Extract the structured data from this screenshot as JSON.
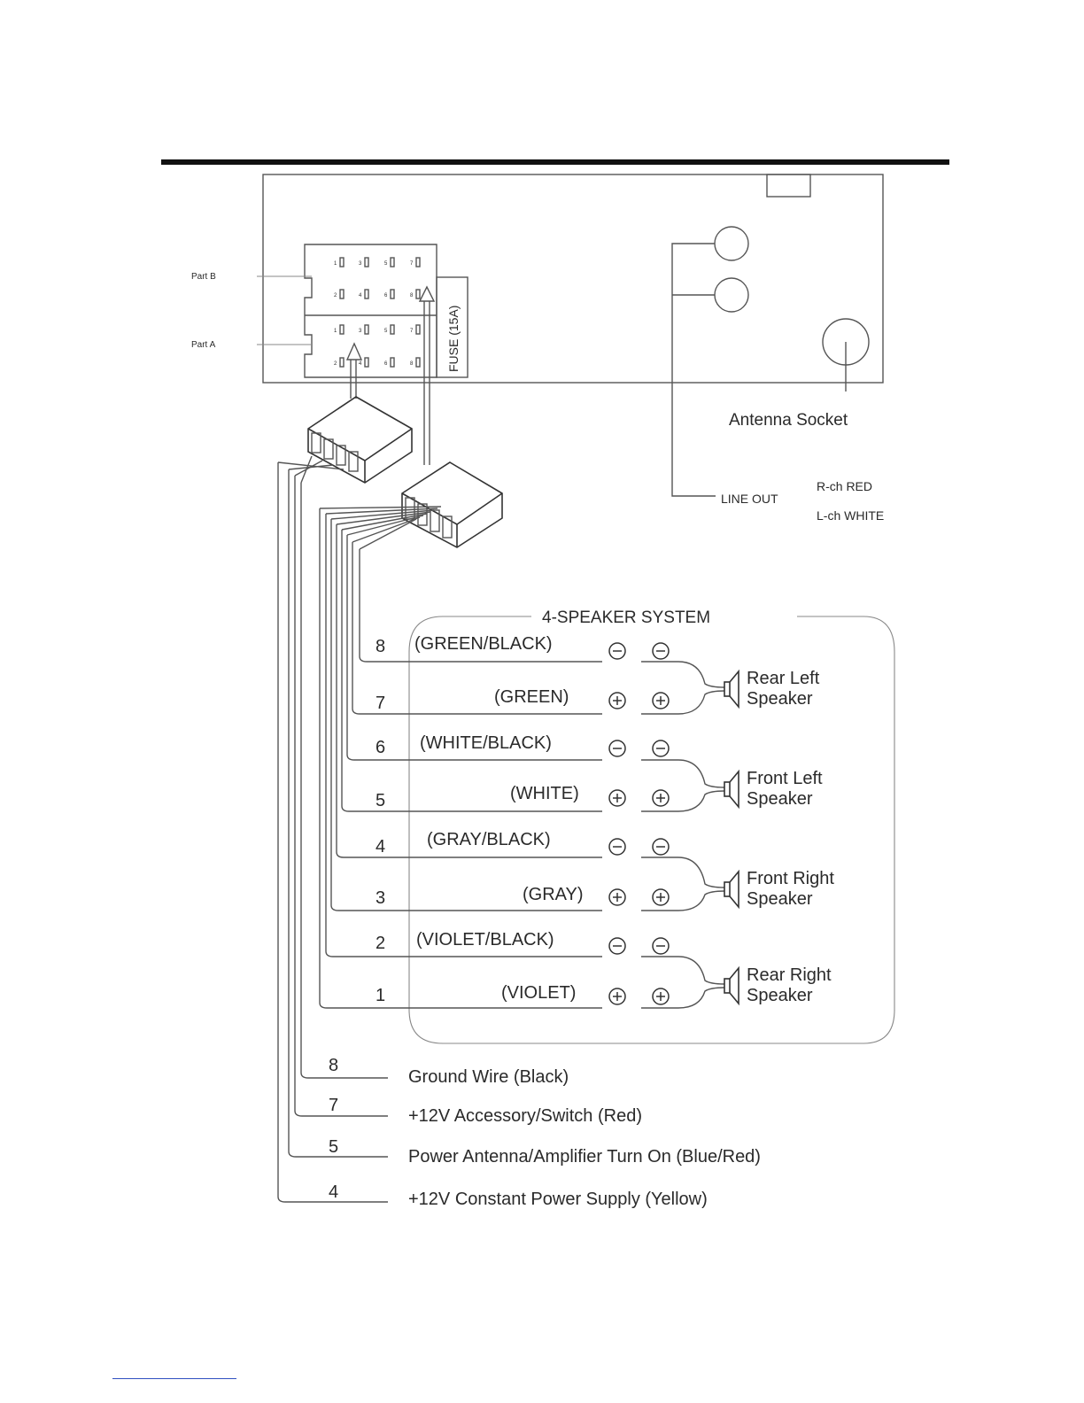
{
  "labels": {
    "part_b": "Part B",
    "part_a": "Part A",
    "fuse": "FUSE (15A)",
    "antenna_socket": "Antenna Socket",
    "line_out": "LINE OUT",
    "r_ch": "R-ch RED",
    "l_ch": "L-ch WHITE",
    "speaker_system_title": "4-SPEAKER SYSTEM"
  },
  "connector_pins": {
    "part_b_top": [
      "1",
      "3",
      "5",
      "7"
    ],
    "part_b_bottom": [
      "2",
      "4",
      "6",
      "8"
    ],
    "part_a_top": [
      "1",
      "3",
      "5",
      "7"
    ],
    "part_a_bottom": [
      "2",
      "4",
      "6",
      "8"
    ]
  },
  "speaker_wires": [
    {
      "pin": "8",
      "color": "(GREEN/BLACK)"
    },
    {
      "pin": "7",
      "color": "(GREEN)"
    },
    {
      "pin": "6",
      "color": "(WHITE/BLACK)"
    },
    {
      "pin": "5",
      "color": "(WHITE)"
    },
    {
      "pin": "4",
      "color": "(GRAY/BLACK)"
    },
    {
      "pin": "3",
      "color": "(GRAY)"
    },
    {
      "pin": "2",
      "color": "(VIOLET/BLACK)"
    },
    {
      "pin": "1",
      "color": "(VIOLET)"
    }
  ],
  "speakers": [
    {
      "line1": "Rear Left",
      "line2": "Speaker"
    },
    {
      "line1": "Front Left",
      "line2": "Speaker"
    },
    {
      "line1": "Front Right",
      "line2": "Speaker"
    },
    {
      "line1": "Rear Right",
      "line2": "Speaker"
    }
  ],
  "power_wires": [
    {
      "pin": "8",
      "label": "Ground Wire (Black)"
    },
    {
      "pin": "7",
      "label": "+12V Accessory/Switch (Red)"
    },
    {
      "pin": "5",
      "label": "Power Antenna/Amplifier Turn On (Blue/Red)"
    },
    {
      "pin": "4",
      "label": "+12V Constant Power Supply (Yellow)"
    }
  ]
}
